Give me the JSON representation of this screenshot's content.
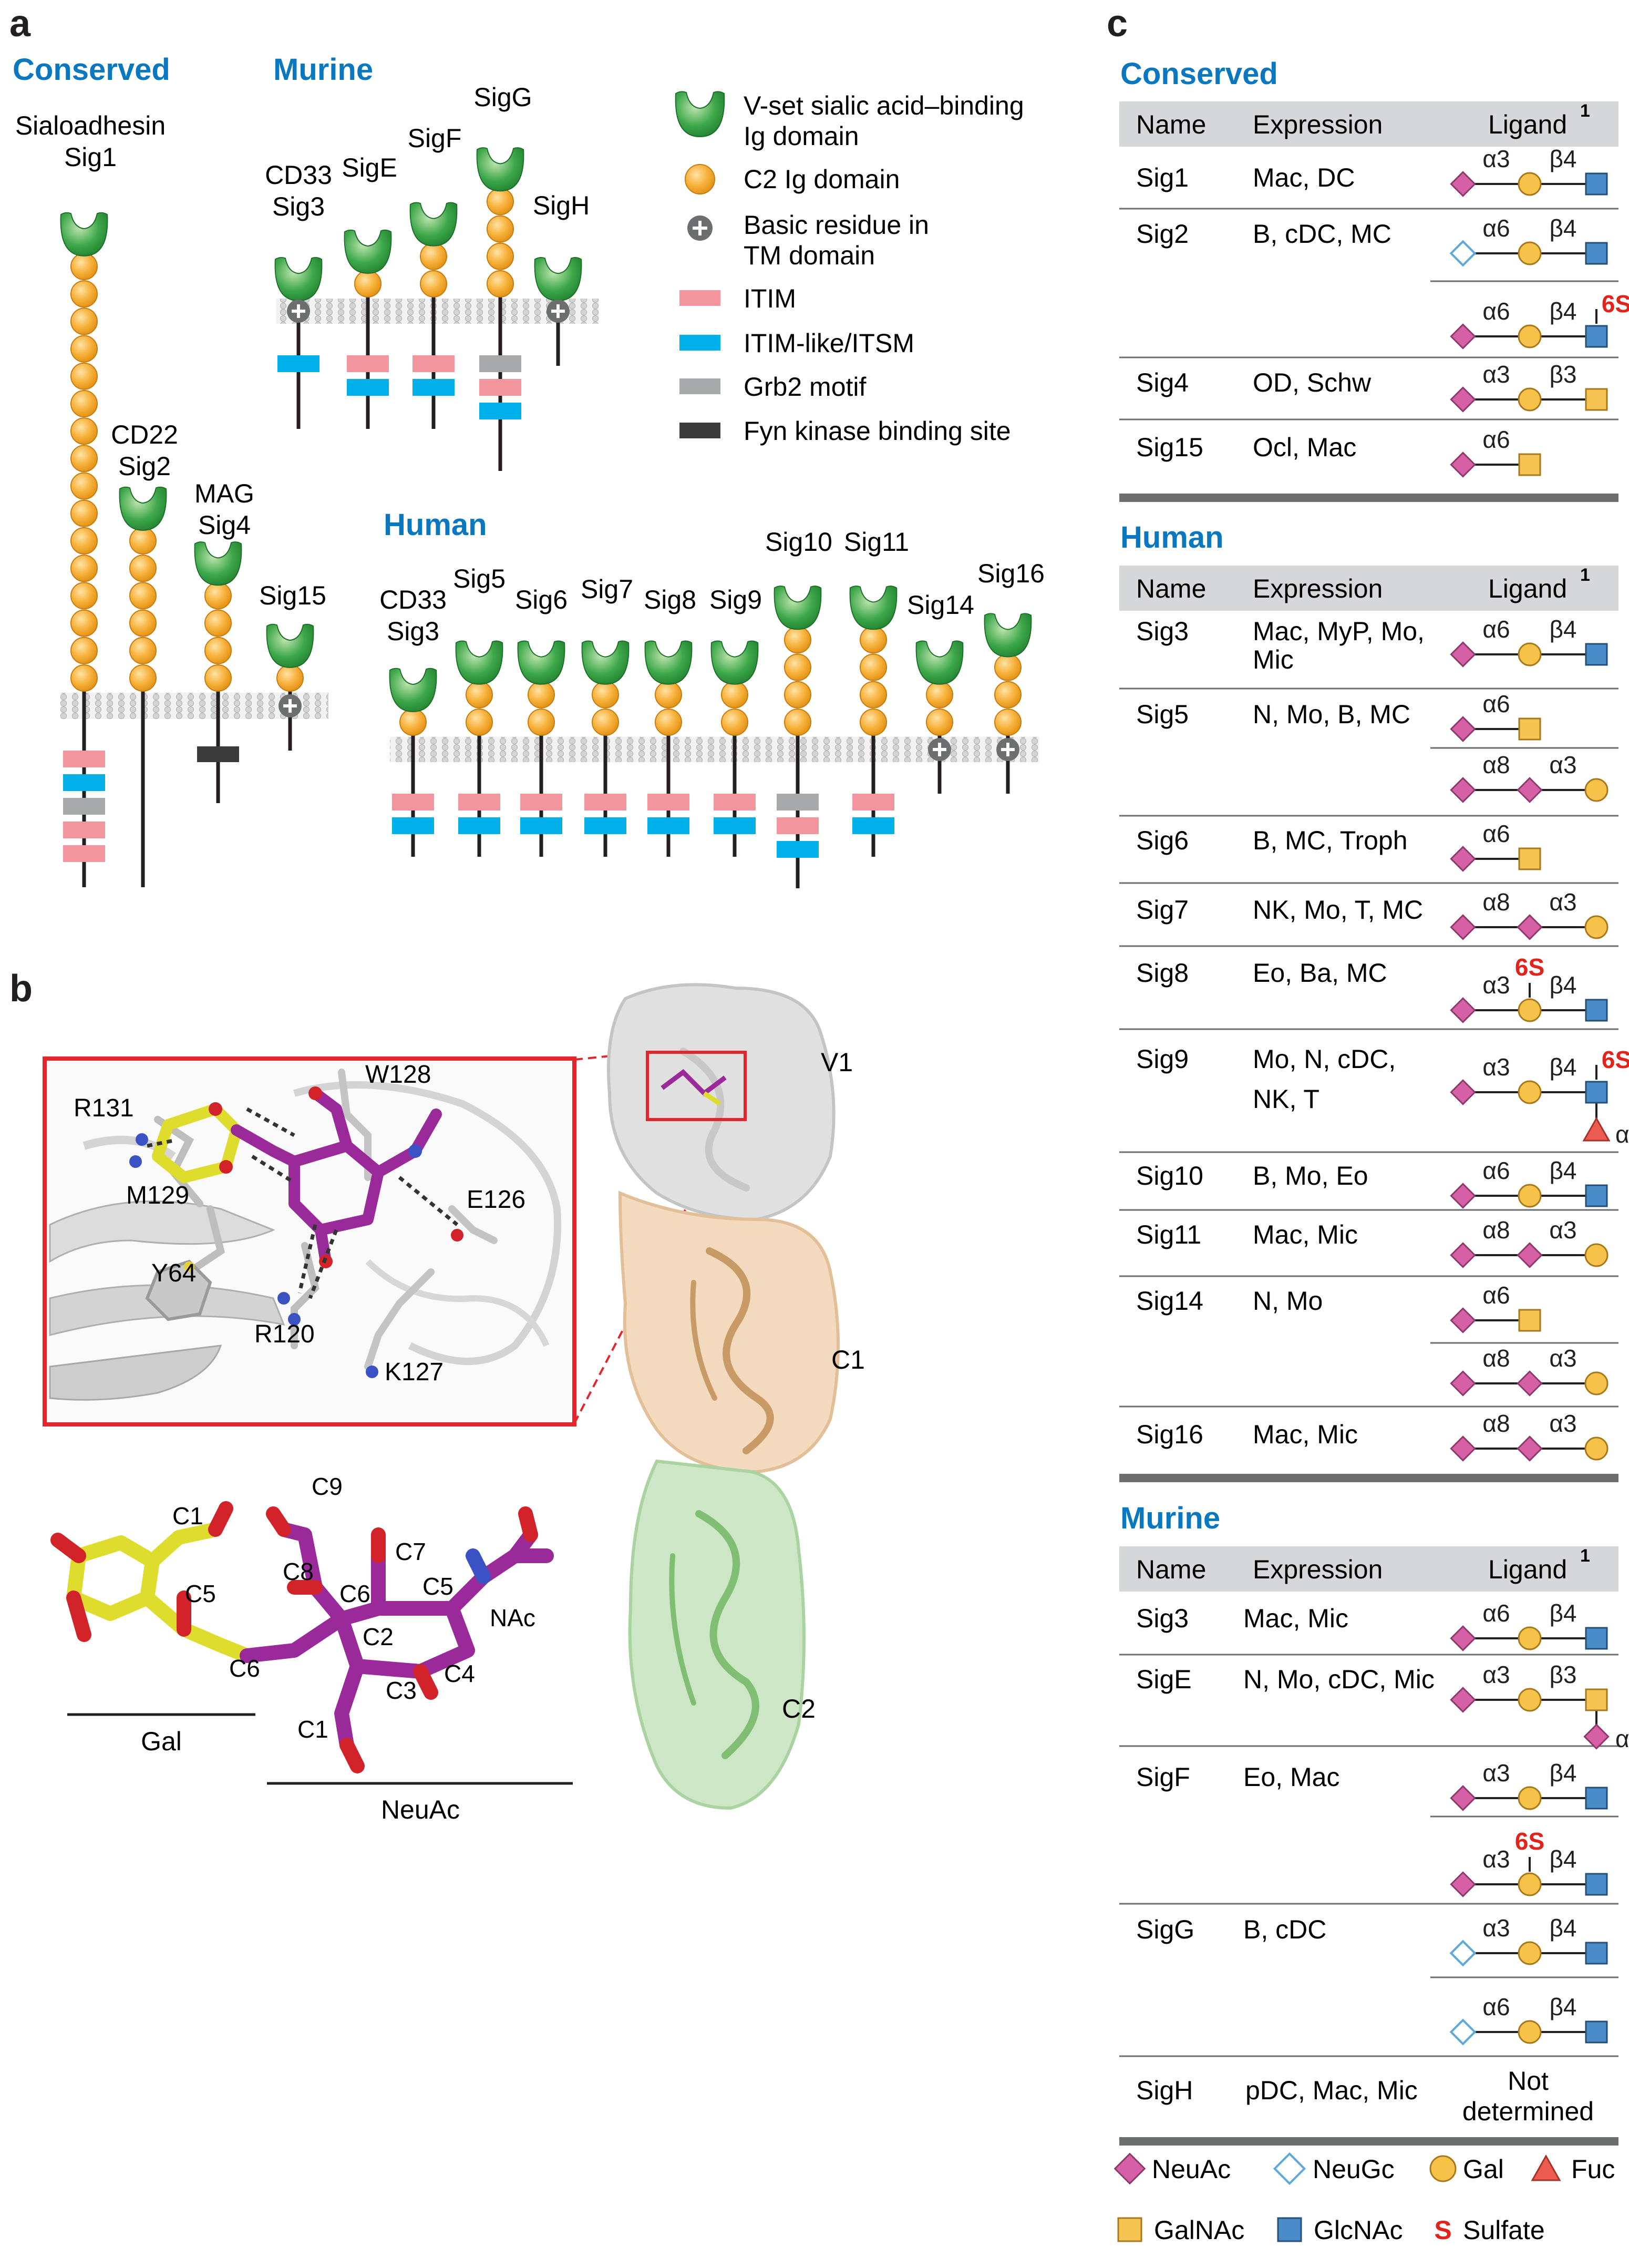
{
  "panel_labels": {
    "a": "a",
    "b": "b",
    "c": "c"
  },
  "colors": {
    "title_blue": "#0a78c0",
    "vset_green": "#2f9a3c",
    "c2_orange": "#f7b13a",
    "itim_pink": "#f3959c",
    "itsm_cyan": "#00b0e8",
    "grb2_gray": "#a7a9ab",
    "fyn_dark": "#3b3b3b",
    "neuac": "#d660a6",
    "neugc": "#5fa8dc",
    "gal": "#f6c24a",
    "fuc": "#ec5b4f",
    "galnac": "#f5c452",
    "glcnac": "#4a8cc8",
    "sulfate": "#e2231a"
  },
  "panel_a": {
    "groups": {
      "conserved": "Conserved",
      "murine": "Murine",
      "human": "Human"
    },
    "conserved": [
      {
        "line1": "Sialoadhesin",
        "line2": "Sig1"
      },
      {
        "line1": "CD22",
        "line2": "Sig2"
      },
      {
        "line1": "MAG",
        "line2": "Sig4"
      },
      {
        "line1": "",
        "line2": "Sig15"
      }
    ],
    "murine": [
      {
        "line1": "CD33",
        "line2": "Sig3"
      },
      {
        "line1": "",
        "line2": "SigE"
      },
      {
        "line1": "",
        "line2": "SigF"
      },
      {
        "line1": "",
        "line2": "SigG"
      },
      {
        "line1": "",
        "line2": "SigH"
      }
    ],
    "human": [
      {
        "line1": "CD33",
        "line2": "Sig3"
      },
      {
        "line1": "",
        "line2": "Sig5"
      },
      {
        "line1": "",
        "line2": "Sig6"
      },
      {
        "line1": "",
        "line2": "Sig7"
      },
      {
        "line1": "",
        "line2": "Sig8"
      },
      {
        "line1": "",
        "line2": "Sig9"
      },
      {
        "line1": "",
        "line2": "Sig10"
      },
      {
        "line1": "",
        "line2": "Sig11"
      },
      {
        "line1": "",
        "line2": "Sig14"
      },
      {
        "line1": "",
        "line2": "Sig16"
      }
    ],
    "legend": {
      "vset_1": "V-set sialic acid–binding",
      "vset_2": "Ig domain",
      "c2": "C2 Ig domain",
      "basic_1": "Basic residue in",
      "basic_2": "TM domain",
      "itim": "ITIM",
      "itsm": "ITIM-like/ITSM",
      "grb2": "Grb2 motif",
      "fyn": "Fyn kinase binding site"
    }
  },
  "panel_b": {
    "residues": {
      "r131": "R131",
      "w128": "W128",
      "m129": "M129",
      "e126": "E126",
      "y64": "Y64",
      "r120": "R120",
      "k127": "K127"
    },
    "atoms": {
      "c9": "C9",
      "c1_gal": "C1",
      "c7": "C7",
      "c8": "C8",
      "c5_gal": "C5",
      "c6_neu": "C6",
      "c5_neu": "C5",
      "nac": "NAc",
      "c2": "C2",
      "c6_gal": "C6",
      "c4": "C4",
      "c3": "C3",
      "c1_neu": "C1"
    },
    "sugar_labels": {
      "gal": "Gal",
      "neuac": "NeuAc"
    },
    "domains": {
      "v1": "V1",
      "c1": "C1",
      "c2": "C2"
    }
  },
  "panel_c": {
    "headers": {
      "name": "Name",
      "expression": "Expression",
      "ligand": "Ligand",
      "sup": "1"
    },
    "sections": {
      "conserved": {
        "title": "Conserved",
        "rows": [
          {
            "name": "Sig1",
            "expr": "Mac, DC"
          },
          {
            "name": "Sig2",
            "expr": "B, cDC, MC"
          },
          {
            "name": "Sig4",
            "expr": "OD, Schw"
          },
          {
            "name": "Sig15",
            "expr": "Ocl, Mac"
          }
        ]
      },
      "human": {
        "title": "Human",
        "rows": [
          {
            "name": "Sig3",
            "expr1": "Mac, MyP, Mo,",
            "expr2": "Mic"
          },
          {
            "name": "Sig5",
            "expr": "N, Mo, B, MC"
          },
          {
            "name": "Sig6",
            "expr": "B, MC, Troph"
          },
          {
            "name": "Sig7",
            "expr": "NK, Mo, T, MC"
          },
          {
            "name": "Sig8",
            "expr": "Eo, Ba, MC"
          },
          {
            "name": "Sig9",
            "expr1": "Mo, N, cDC,",
            "expr2": "NK, T"
          },
          {
            "name": "Sig10",
            "expr": "B, Mo, Eo"
          },
          {
            "name": "Sig11",
            "expr": "Mac, Mic"
          },
          {
            "name": "Sig14",
            "expr": "N, Mo"
          },
          {
            "name": "Sig16",
            "expr": "Mac, Mic"
          }
        ]
      },
      "murine": {
        "title": "Murine",
        "rows": [
          {
            "name": "Sig3",
            "expr": "Mac, Mic"
          },
          {
            "name": "SigE",
            "expr": "N, Mo, cDC, Mic"
          },
          {
            "name": "SigF",
            "expr": "Eo, Mac"
          },
          {
            "name": "SigG",
            "expr": "B, cDC"
          },
          {
            "name": "SigH",
            "expr": "pDC, Mac, Mic",
            "lig1": "Not",
            "lig2": "determined"
          }
        ]
      }
    },
    "linkages": {
      "a3": "α3",
      "a6": "α6",
      "a8": "α8",
      "b3": "β3",
      "b4": "β4",
      "s6": "6S"
    },
    "legend": {
      "neuac": "NeuAc",
      "neugc": "NeuGc",
      "gal": "Gal",
      "fuc": "Fuc",
      "galnac": "GalNAc",
      "glcnac": "GlcNAc",
      "sulfate_symbol": "S",
      "sulfate": "Sulfate"
    }
  }
}
